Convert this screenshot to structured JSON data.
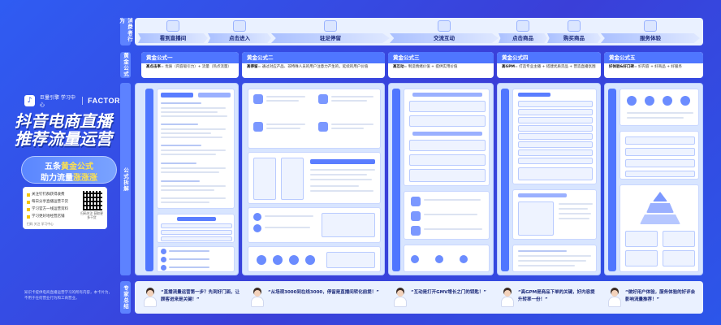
{
  "brand": {
    "left": "巨量引擎 学习中心",
    "right": "FACTOR"
  },
  "title": {
    "line1": "抖音电商直播",
    "line2": "推荐流量运营"
  },
  "subtitle": {
    "line1_a": "五条",
    "line1_b": "黄金公式",
    "line2_a": "助力流量",
    "line2_b": "涨涨涨"
  },
  "qr_card": {
    "items": [
      "关注钉钉群获得收费",
      "每日分享直播运营干货",
      "学习官方一线运营资料",
      "学习更好地经营店铺"
    ],
    "caption": "扫码关注 获取更多干货",
    "footer": "扫码 关注 学习中心"
  },
  "footnote": "知识卡提供电商直播运营学习的所有内容，本卡片为，不用于任何营业行为和工商营业。",
  "side_labels": {
    "journey": "消费者行为",
    "formula": "黄金公式",
    "analysis": "公式拆解",
    "tips": "专家总结"
  },
  "journey": {
    "steps": [
      {
        "label": "看到直播间",
        "icon": "eye-icon"
      },
      {
        "label": "点击进入",
        "icon": "pointer-icon"
      },
      {
        "label": "驻足停留",
        "icon": "clock-icon"
      },
      {
        "label": "交流互动",
        "icon": "chat-icon"
      },
      {
        "label": "点击商品",
        "icon": "bag-icon"
      },
      {
        "label": "购买商品",
        "icon": "cart-icon"
      },
      {
        "label": "服务体验",
        "icon": "star-icon"
      }
    ]
  },
  "formulas": [
    {
      "title": "黄金公式一",
      "head": "高点击率",
      "eq": "= 优质（内容吸引力）+ 流量（热点流量）",
      "color": "#4f76ff"
    },
    {
      "title": "黄金公式二",
      "head": "高停留",
      "eq": "= 通过对应产品、非特殊人员的用户注意力产生的，延续的用户价值",
      "color": "#4f76ff"
    },
    {
      "title": "黄金公式三",
      "head": "高互动",
      "eq": "= 制造情绪价值 + 提供实用价值",
      "color": "#4f76ff"
    },
    {
      "title": "黄金公式四",
      "head": "高GPM",
      "eq": "= 打造专业主播 + 搭建优质货品 + 营造直播氛围",
      "color": "#4f76ff"
    },
    {
      "title": "黄金公式五",
      "head": "好体验&好口碑",
      "eq": "= 好内容 + 好商品 + 好服务",
      "color": "#4f76ff"
    }
  ],
  "tips": [
    "“直播流量运营第一步？先到好门面，让顾客进来是关键！”",
    "“从场观3000到在线3000，停留是直播间转化前提！”",
    "“互动是打开GMV增长之门的钥匙！”",
    "“高GPM是商品下单的关键，好内容提升转率一份！”",
    "“做好用户体验，服务体验的好评会影响流量推荐！”"
  ],
  "colors": {
    "primary": "#2b4fe0",
    "accent": "#ffe24d",
    "panel": "#d8e5ff"
  }
}
